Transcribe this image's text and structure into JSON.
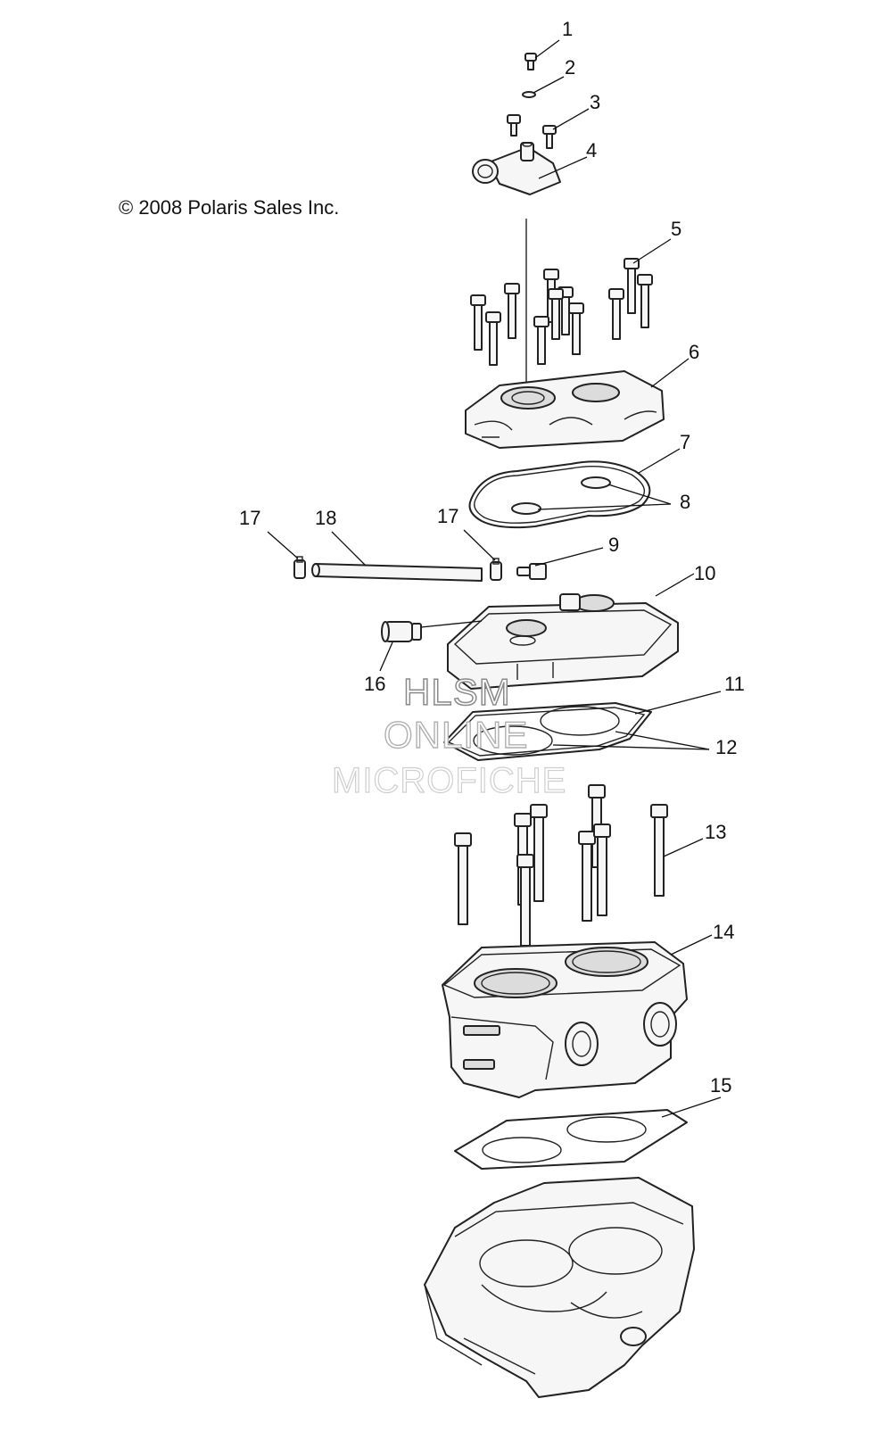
{
  "copyright": "© 2008 Polaris Sales Inc.",
  "watermark": {
    "line1": "HLSM",
    "line2": "ONLINE",
    "line3": "MICROFICHE"
  },
  "callouts": [
    "1",
    "2",
    "3",
    "4",
    "5",
    "6",
    "7",
    "8",
    "9",
    "10",
    "11",
    "12",
    "13",
    "14",
    "15",
    "16",
    "17",
    "17",
    "18"
  ],
  "colors": {
    "ink": "#222222",
    "watermark_dark": "#8a8a8a",
    "watermark_light": "#cfcfcf"
  }
}
